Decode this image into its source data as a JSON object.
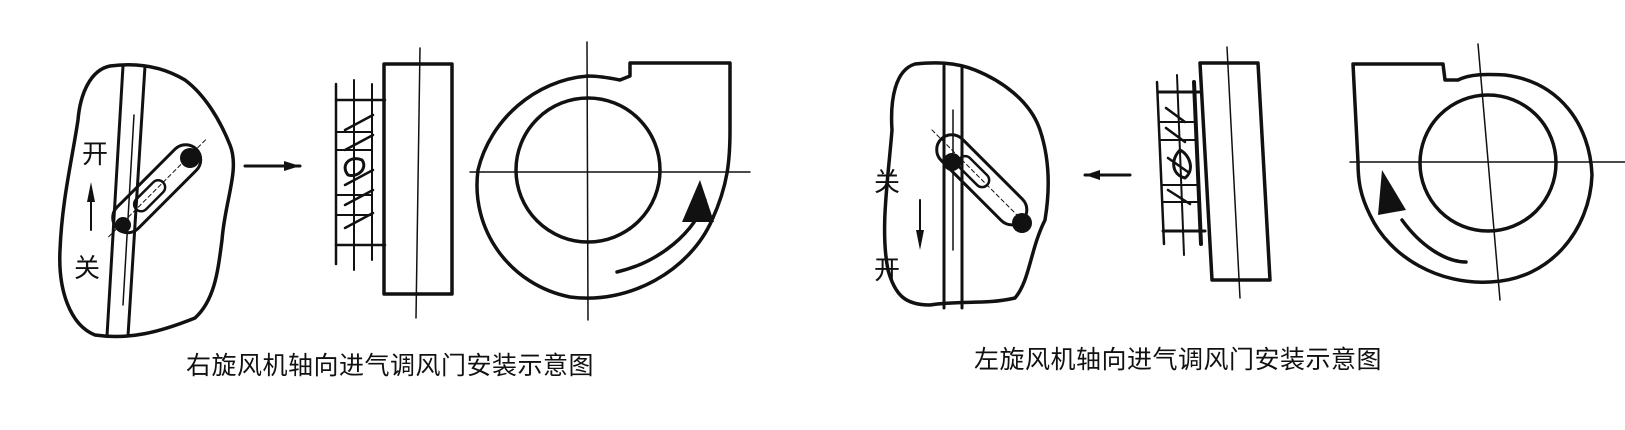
{
  "diagrams": [
    {
      "id": "right-hand",
      "caption": "右旋风机轴向进气调风门安装示意图",
      "damper_labels": {
        "top": "开",
        "bottom": "关"
      },
      "rotation": "clockwise"
    },
    {
      "id": "left-hand",
      "caption": "左旋风机轴向进气调风门安装示意图",
      "damper_labels": {
        "top": "关",
        "bottom": "开"
      },
      "rotation": "counterclockwise"
    }
  ],
  "colors": {
    "line": "#111111",
    "background": "#ffffff"
  }
}
